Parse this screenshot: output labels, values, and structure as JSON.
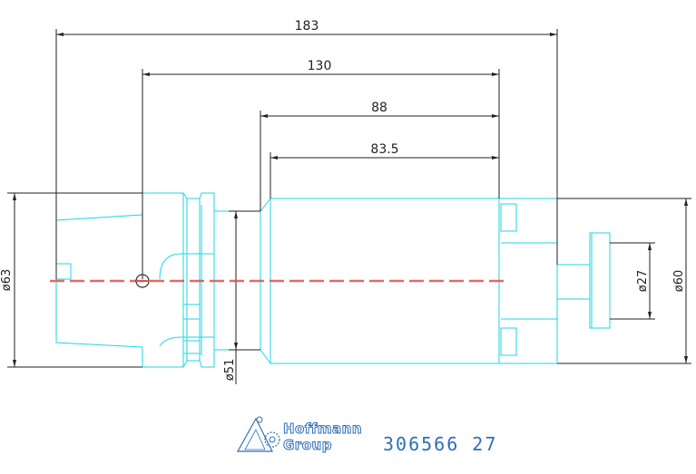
{
  "dimensions": {
    "overall_length": "183",
    "length_130": "130",
    "length_88": "88",
    "length_83_5": "83.5",
    "diameter_63": "ø63",
    "diameter_51": "ø51",
    "diameter_27": "ø27",
    "diameter_60": "ø60"
  },
  "logo": {
    "line1": "Hoffmann",
    "line2": "Group"
  },
  "part_number": "306566 27",
  "colors": {
    "part_outline": "#1fd6e6",
    "dimension_line": "#222222",
    "centerline": "#d9534f",
    "brand": "#2f6fb8"
  }
}
